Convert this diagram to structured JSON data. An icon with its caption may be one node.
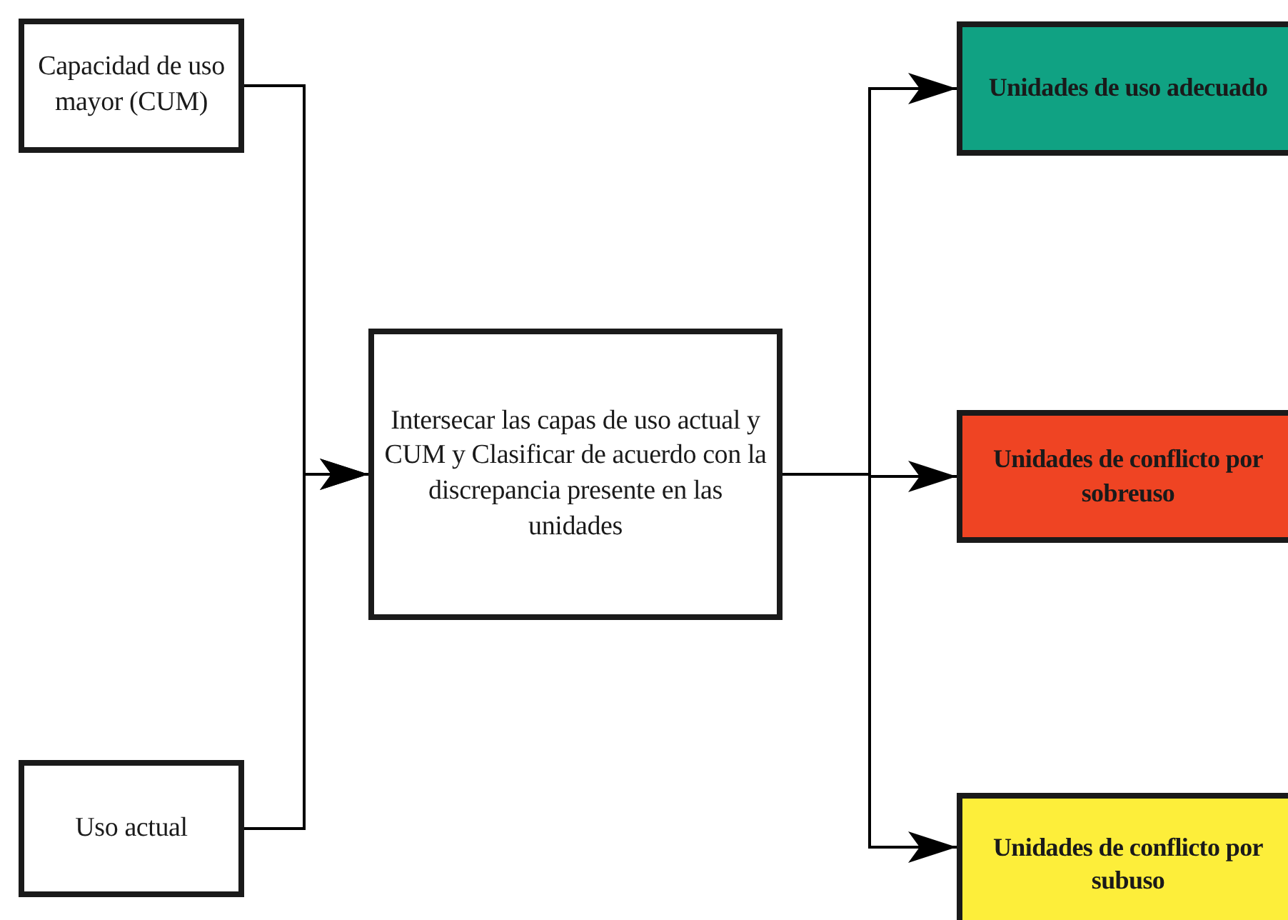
{
  "diagram": {
    "nodes": [
      {
        "text": [
          "Capacidad de uso mayor (CUM)"
        ]
      },
      {
        "text": [
          "Uso actual"
        ]
      },
      {
        "text": [
          "Intersecar las capas  de uso actual y CUM y Clasificar de acuerdo con la discrepancia presente en las unidades"
        ]
      },
      {
        "text": [
          "Unidades de uso adecuado"
        ]
      },
      {
        "text": [
          "Unidades de conflicto por sobreuso"
        ]
      },
      {
        "text": [
          "Unidades de conflicto por subuso"
        ]
      }
    ],
    "edges": [
      {
        "from": 0,
        "to": 2,
        "arrow": "to"
      },
      {
        "from": 1,
        "to": 2,
        "arrow": "to"
      },
      {
        "from": 2,
        "to": 3,
        "arrow": "to"
      },
      {
        "from": 2,
        "to": 4,
        "arrow": "to"
      },
      {
        "from": 2,
        "to": 5,
        "arrow": "to"
      }
    ]
  }
}
